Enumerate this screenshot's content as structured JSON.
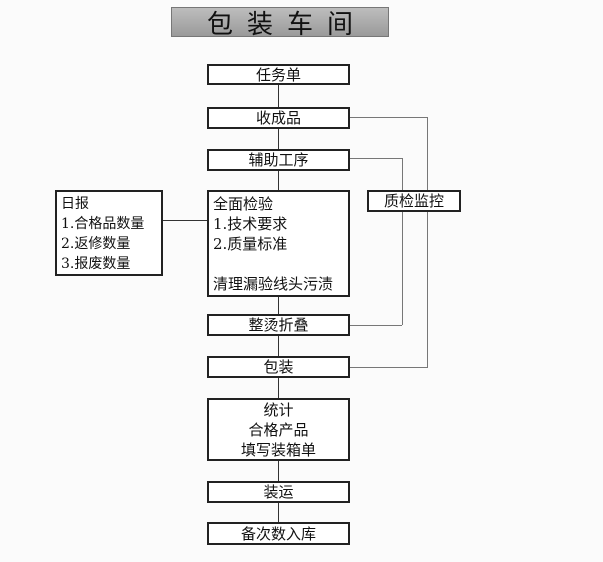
{
  "title": "包装车间",
  "flow": {
    "task_sheet": "任务单",
    "receive_product": "收成品",
    "auxiliary_process": "辅助工序",
    "inspection": {
      "line1": "全面检验",
      "line2": "1.技术要求",
      "line3": "2.质量标准",
      "line4": "清理漏验线头污渍"
    },
    "ironing_folding": "整烫折叠",
    "packaging": "包装",
    "statistics": {
      "line1": "统计",
      "line2": "合格产品",
      "line3": "填写装箱单"
    },
    "shipping": "装运",
    "storage": "备次数入库"
  },
  "daily_report": {
    "title": "日报",
    "item1": "1.合格品数量",
    "item2": "2.返修数量",
    "item3": "3.报废数量"
  },
  "quality_control": "质检监控"
}
